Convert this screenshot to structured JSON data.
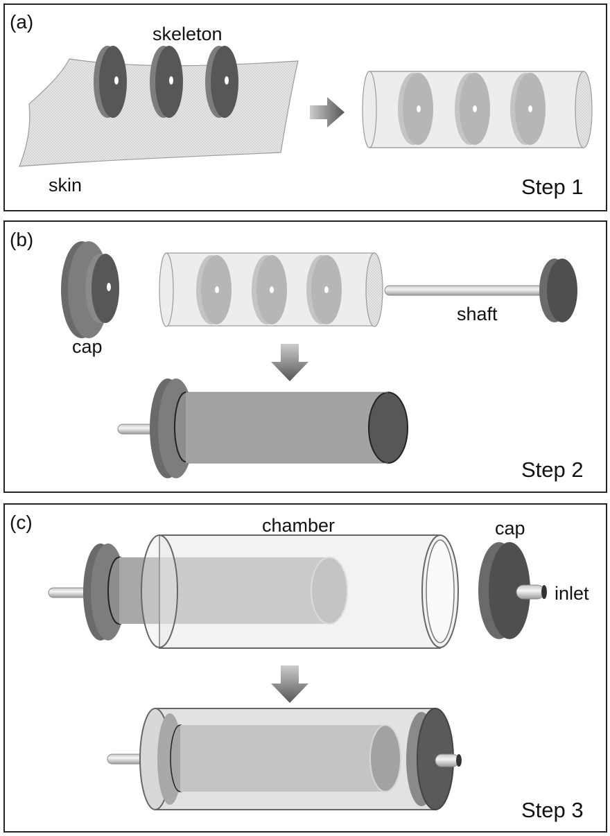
{
  "panel_a": {
    "label": "(a)",
    "skeleton": "skeleton",
    "skin": "skin",
    "step": "Step 1"
  },
  "panel_b": {
    "label": "(b)",
    "cap": "cap",
    "shaft": "shaft",
    "step": "Step 2"
  },
  "panel_c": {
    "label": "(c)",
    "chamber": "chamber",
    "cap": "cap",
    "inlet": "inlet",
    "step": "Step 3"
  },
  "colors": {
    "disk_dark": "#555555",
    "disk_rim": "#7a7a7a",
    "skin_fill": "#e4e4e4",
    "cylinder_fill": "#a3a3a3",
    "chamber_glass": "#e8e8e8",
    "arrow": "#666666",
    "border": "#222222"
  }
}
